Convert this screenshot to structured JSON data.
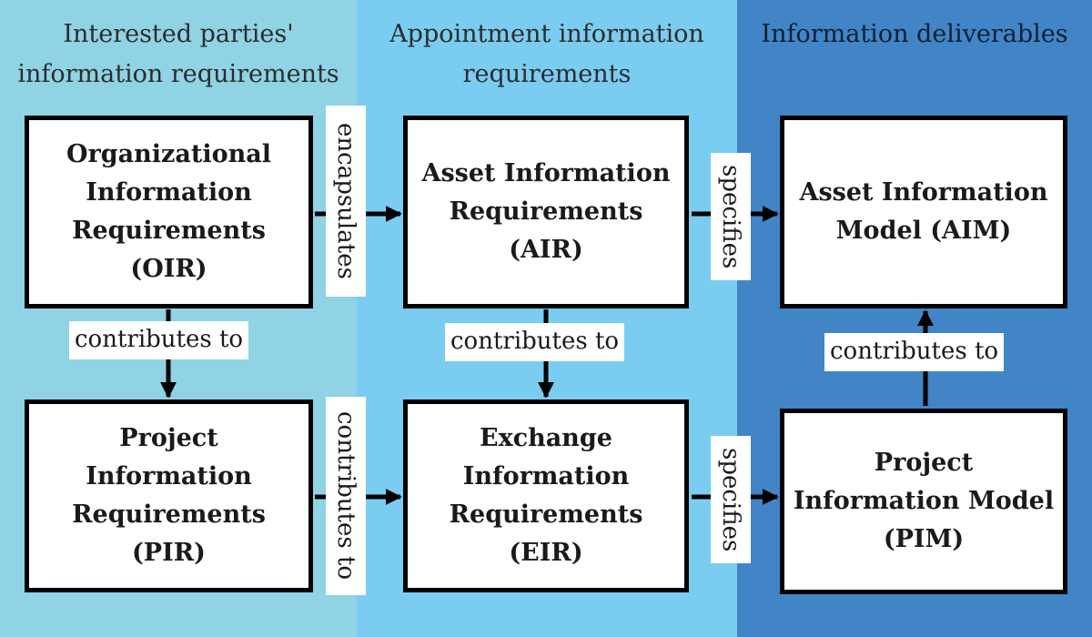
{
  "columns": {
    "interested": "Interested parties'\ninformation requirements",
    "appointment": "Appointment information\nrequirements",
    "deliverables": "Information deliverables"
  },
  "boxes": {
    "oir": "Organizational\nInformation\nRequirements\n(OIR)",
    "air": "Asset Information\nRequirements\n(AIR)",
    "aim": "Asset Information\nModel (AIM)",
    "pir": "Project\nInformation\nRequirements\n(PIR)",
    "eir": "Exchange\nInformation\nRequirements\n(EIR)",
    "pim": "Project\nInformation Model\n(PIM)"
  },
  "relations": {
    "oir_air": "encapsulates",
    "air_aim": "specifies",
    "oir_pir": "contributes to",
    "air_eir": "contributes to",
    "pim_aim": "contributes to",
    "pir_eir": "contributes to",
    "eir_pim": "specifies"
  },
  "colors": {
    "column_interested": "#8fd3e4",
    "column_appointment": "#7bccf1",
    "column_deliverables": "#4185c6",
    "box_border": "#000000",
    "box_fill": "#ffffff"
  }
}
